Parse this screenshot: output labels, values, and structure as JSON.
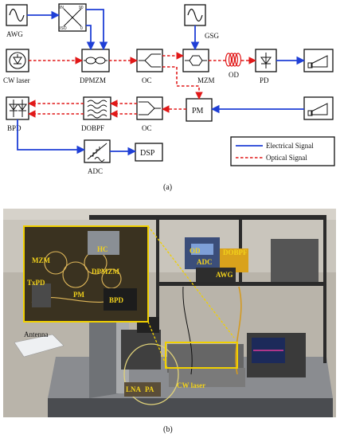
{
  "panel_a": {
    "labels": {
      "awg": "AWG",
      "cw_laser": "CW laser",
      "dpmzm": "DPMZM",
      "oc_top": "OC",
      "gsg": "GSG",
      "mzm": "MZM",
      "od": "OD",
      "pd": "PD",
      "pm": "PM",
      "oc_bottom": "OC",
      "dobpf": "DOBPF",
      "bpd": "BPD",
      "adc": "ADC",
      "dsp": "DSP"
    },
    "coupler_ports": {
      "in": "IN",
      "out": "90",
      "iso": "ISO",
      "zero": "0"
    },
    "legend": {
      "electrical": "Electrical Signal",
      "optical": "Optical Signal"
    },
    "colors": {
      "electrical": "#1f3fd6",
      "optical": "#e11818"
    },
    "caption": "(a)"
  },
  "panel_b": {
    "labels": {
      "mzm": "MZM",
      "hc": "HC",
      "dpmzm": "DPMZM",
      "txpd": "TxPD",
      "pm": "PM",
      "bpd": "BPD",
      "od": "OD",
      "adc": "ADC",
      "dobpf": "DOBPF",
      "awg": "AWG",
      "antenna": "Antenna",
      "lna": "LNA",
      "pa": "PA",
      "cw_laser": "CW laser"
    },
    "caption": "(b)"
  }
}
